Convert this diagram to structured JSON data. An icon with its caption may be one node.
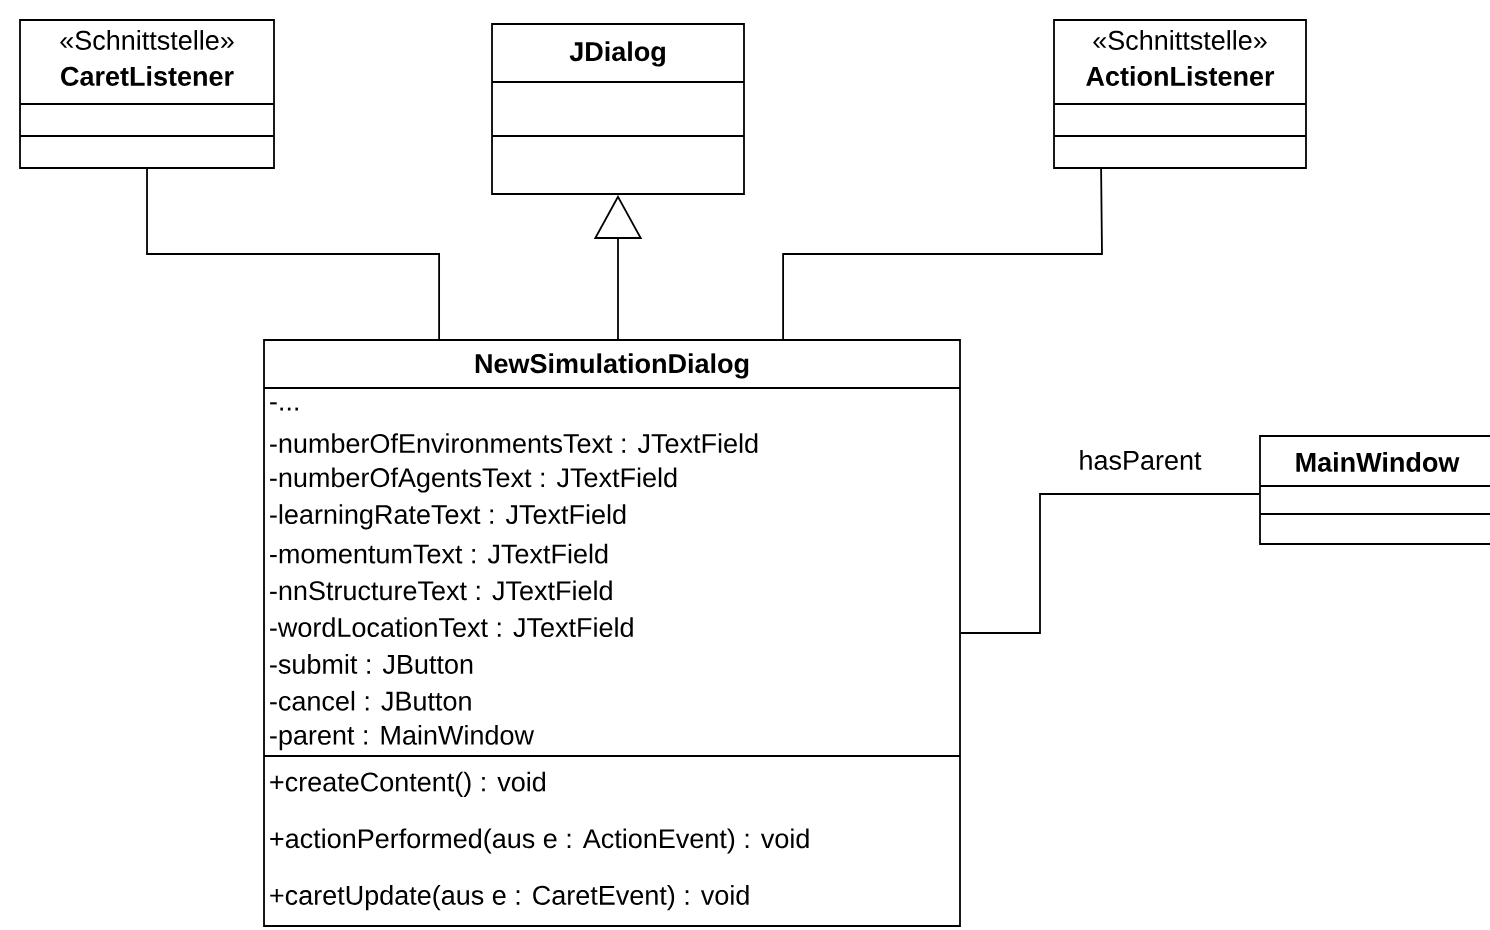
{
  "diagram": {
    "nodes": [
      {
        "text": [
          "«Schnittstelle»",
          "CaretListener"
        ]
      },
      {
        "text": [
          "JDialog"
        ]
      },
      {
        "text": [
          "«Schnittstelle»",
          "ActionListener"
        ]
      },
      {
        "text": [
          "NewSimulationDialog",
          "-...",
          "-numberOfEnvironmentsText : JTextField",
          "-numberOfAgentsText : JTextField",
          "-learningRateText : JTextField",
          "-momentumText : JTextField",
          "-nnStructureText : JTextField",
          "-wordLocationText : JTextField",
          "-submit : JButton",
          "-cancel : JButton",
          "-parent : MainWindow",
          "+createContent() : void",
          "+actionPerformed(aus e : ActionEvent) : void",
          "+caretUpdate(aus e : CaretEvent) : void"
        ]
      },
      {
        "text": [
          "MainWindow"
        ]
      }
    ],
    "edges": [
      {
        "from": 3,
        "to": 0,
        "arrow": "none"
      },
      {
        "from": 3,
        "to": 1,
        "arrow": "to"
      },
      {
        "from": 3,
        "to": 2,
        "arrow": "none"
      },
      {
        "from": 3,
        "to": 4,
        "arrow": "none",
        "label": "hasParent"
      }
    ]
  }
}
